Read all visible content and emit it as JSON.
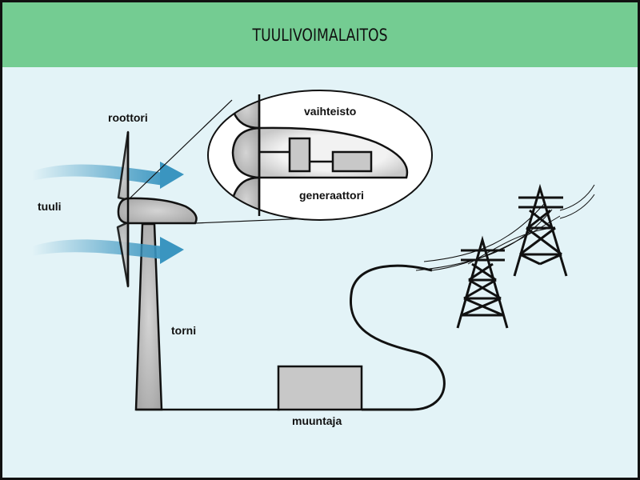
{
  "title": "TUULIVOIMALAITOS",
  "labels": {
    "rotor": "roottori",
    "wind": "tuuli",
    "tower": "torni",
    "gearbox": "vaihteisto",
    "generator": "generaattori",
    "transformer": "muuntaja"
  },
  "colors": {
    "header": "#74cc92",
    "background": "#e3f3f7",
    "wind_arrow": "#3a95c0",
    "component_fill": "#c8c8c8"
  }
}
